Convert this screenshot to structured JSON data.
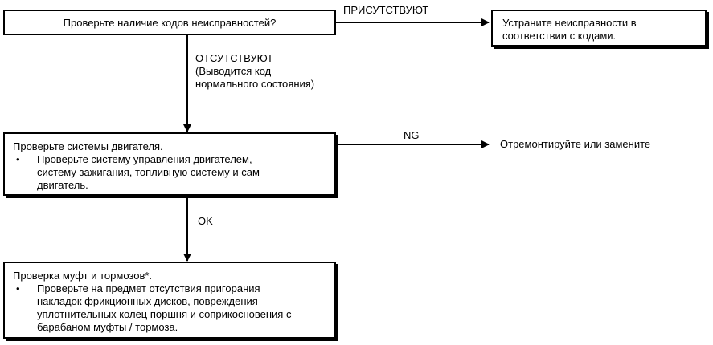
{
  "step1": {
    "question": "Проверьте наличие кодов неисправностей?"
  },
  "branch_present": {
    "label": "ПРИСУТСТВУЮТ",
    "result": "Устраните неисправности в\nсоответствии с кодами."
  },
  "branch_absent": {
    "label": "ОТСУТСТВУЮТ\n(Выводится код\nнормального состояния)"
  },
  "step2": {
    "title": "Проверьте системы двигателя.",
    "bullet": "Проверьте систему управления двигателем,\nсистему зажигания, топливную систему и сам\nдвигатель."
  },
  "branch_ng": {
    "label": "NG",
    "result": "Отремонтируйте или замените"
  },
  "branch_ok": {
    "label": "OK"
  },
  "step3": {
    "title": "Проверка муфт и тормозов*.",
    "bullet": "Проверьте на предмет отсутствия пригорания\nнакладок фрикционных дисков, повреждения\nуплотнительных колец поршня и соприкосновения с\nбарабаном муфты / тормоза."
  },
  "bullet_symbol": "•"
}
